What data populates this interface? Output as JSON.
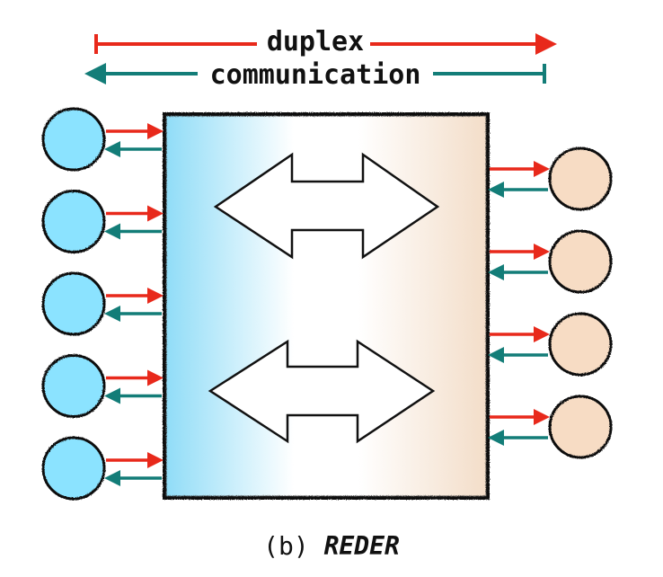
{
  "header": {
    "line1": "duplex",
    "line2": "communication"
  },
  "caption": {
    "prefix": "(b) ",
    "name": "REDER"
  },
  "colors": {
    "forward_arrow": "#e8291b",
    "backward_arrow": "#137d78",
    "left_node_fill": "#8be3ff",
    "right_node_fill": "#f7dcc4",
    "box_gradient_left": "#8fdcf7",
    "box_gradient_mid": "#ffffff",
    "box_gradient_right": "#f3ddc8",
    "outline": "#111111"
  },
  "diagram": {
    "left_nodes": 5,
    "right_nodes": 4,
    "inner_double_arrows": 2
  }
}
